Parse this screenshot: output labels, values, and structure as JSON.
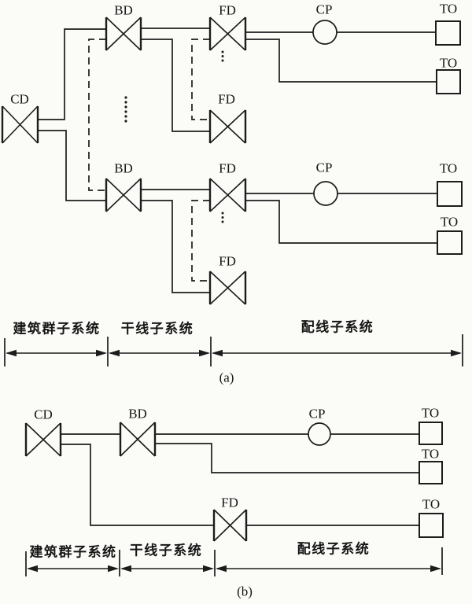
{
  "diagram_a": {
    "caption": "(a)",
    "nodes": {
      "cd": "CD",
      "bd_top": "BD",
      "bd_bottom": "BD",
      "fd_top": "FD",
      "fd_top_lower": "FD",
      "fd_bottom": "FD",
      "fd_bottom_lower": "FD",
      "cp_top": "CP",
      "cp_bottom": "CP",
      "to_1": "TO",
      "to_2": "TO",
      "to_3": "TO",
      "to_4": "TO"
    },
    "subsystems": [
      {
        "label": "建筑群子系统"
      },
      {
        "label": "干线子系统"
      },
      {
        "label": "配线子系统"
      }
    ]
  },
  "diagram_b": {
    "caption": "(b)",
    "nodes": {
      "cd": "CD",
      "bd": "BD",
      "fd": "FD",
      "cp": "CP",
      "to_1": "TO",
      "to_2": "TO",
      "to_3": "TO"
    },
    "subsystems": [
      {
        "label": "建筑群子系统"
      },
      {
        "label": "干线子系统"
      },
      {
        "label": "配线子系统"
      }
    ]
  },
  "colors": {
    "ink": "#1c1c1c",
    "paper": "#fbfbf8"
  }
}
